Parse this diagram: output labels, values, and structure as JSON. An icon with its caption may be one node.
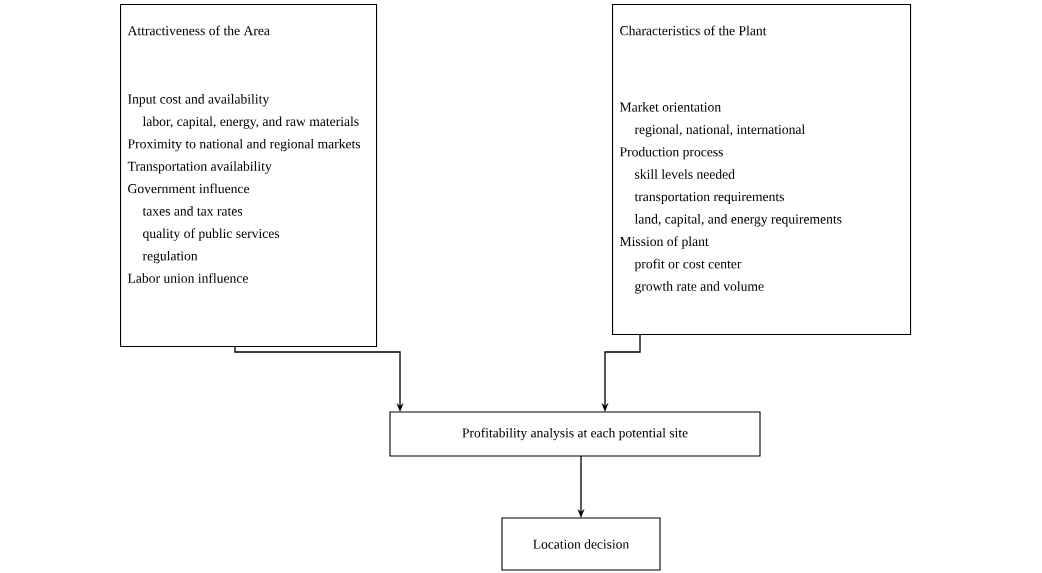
{
  "diagram": {
    "nodes": [
      {
        "text": [
          "Attractiveness of the Area",
          "Input cost and availability",
          "labor, capital, energy, and raw materials",
          "Proximity to national and regional markets",
          "Transportation availability",
          "Government influence",
          "taxes and tax rates",
          "quality of public services",
          "regulation",
          "Labor union influence"
        ]
      },
      {
        "text": [
          "Characteristics of the Plant",
          "Market orientation",
          "regional, national, international",
          "Production process",
          "skill levels needed",
          "transportation requirements",
          "land, capital, and energy requirements",
          "Mission of plant",
          "profit or cost center",
          "growth rate and volume"
        ]
      },
      {
        "text": [
          "Profitability analysis at each potential site"
        ]
      },
      {
        "text": [
          "Location decision"
        ]
      }
    ],
    "edges": [
      {
        "from": 0,
        "to": 2,
        "arrow": "to"
      },
      {
        "from": 1,
        "to": 2,
        "arrow": "to"
      },
      {
        "from": 2,
        "to": 3,
        "arrow": "to"
      }
    ]
  }
}
